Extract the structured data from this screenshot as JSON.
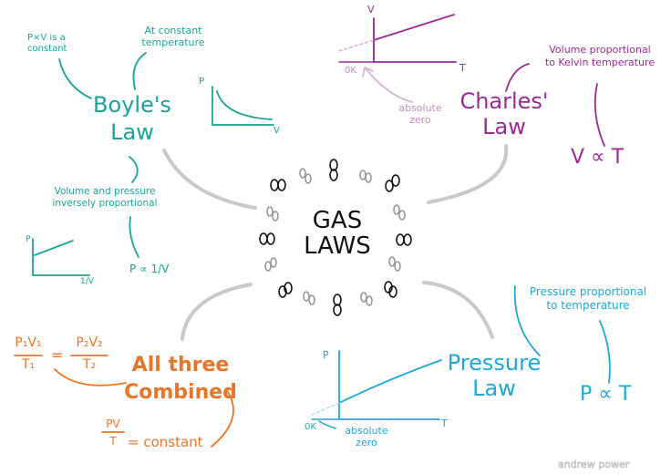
{
  "colors": {
    "teal": "#1aa39a",
    "purple": "#9b2a95",
    "blue": "#1fa7d8",
    "orange": "#e8762a",
    "gray_connector": "#c9c9c9",
    "black": "#111111"
  },
  "center": {
    "title_line1": "GAS",
    "title_line2": "LAWS"
  },
  "boyles": {
    "title_line1": "Boyle's",
    "title_line2": "Law",
    "note_pv": "P×V is a",
    "note_pv2": "constant",
    "note_temp1": "At constant",
    "note_temp2": "temperature",
    "note_inverse1": "Volume and pressure",
    "note_inverse2": "inversely proportional",
    "formula": "P ∝ 1/V",
    "graph1": {
      "ylabel": "P",
      "xlabel": "V"
    },
    "graph2": {
      "ylabel": "P",
      "xlabel": "1/V"
    }
  },
  "charles": {
    "title_line1": "Charles'",
    "title_line2": "Law",
    "note1": "Volume proportional",
    "note2": "to Kelvin temperature",
    "formula": "V ∝ T",
    "graph": {
      "ylabel": "V",
      "xlabel": "T",
      "origin": "0K",
      "annotation1": "absolute",
      "annotation2": "zero"
    }
  },
  "pressure": {
    "title_line1": "Pressure",
    "title_line2": "Law",
    "note1": "Pressure proportional",
    "note2": "to temperature",
    "formula": "P ∝ T",
    "graph": {
      "ylabel": "P",
      "xlabel": "T",
      "origin": "0K",
      "annotation1": "absolute",
      "annotation2": "zero"
    }
  },
  "combined": {
    "title_line1": "All three",
    "title_line2": "Combined",
    "eq_left_num": "P₁V₁",
    "eq_left_den": "T₁",
    "eq_equals": "=",
    "eq_right_num": "P₂V₂",
    "eq_right_den": "T₂",
    "const_num": "PV",
    "const_den": "T",
    "const_rest": "= constant"
  },
  "watermark": "andrew power"
}
